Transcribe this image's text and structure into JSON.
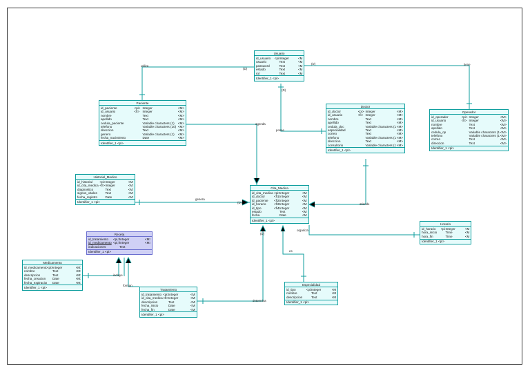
{
  "entities": {
    "usuario": {
      "title": "Usuario",
      "identifier": "Identifier_1 <pi>",
      "attrs": [
        [
          "id_usuario",
          "<pi>",
          "Integer",
          "<M>"
        ],
        [
          "usuario",
          "",
          "Text",
          "<M>"
        ],
        [
          "password",
          "",
          "Text",
          "<M>"
        ],
        [
          "estado",
          "",
          "Text",
          "<M>"
        ],
        [
          "rol",
          "",
          "Text",
          "<M>"
        ]
      ]
    },
    "paciente": {
      "title": "Paciente",
      "identifier": "Identifier_1 <pi>",
      "attrs": [
        [
          "id_paciente",
          "<pi>",
          "Integer",
          "<M>"
        ],
        [
          "id_usuario",
          "<fi>",
          "Integer",
          "<M>"
        ],
        [
          "nombre",
          "",
          "Text",
          "<M>"
        ],
        [
          "apellido",
          "",
          "Text",
          "<M>"
        ],
        [
          "cedula_paciente",
          "",
          "Variable characters (1)",
          "<M>"
        ],
        [
          "telefono",
          "",
          "Variable characters (10)",
          "<M>"
        ],
        [
          "direccion",
          "",
          "Text",
          "<M>"
        ],
        [
          "genero",
          "",
          "Variable characters (1)",
          "<M>"
        ],
        [
          "fecha_nacimiento",
          "",
          "Date",
          "<M>"
        ]
      ]
    },
    "doctor": {
      "title": "Doctor",
      "identifier": "Identifier_1 <pi>",
      "attrs": [
        [
          "id_doctor",
          "<pi>",
          "Integer",
          "<M>"
        ],
        [
          "id_usuario",
          "<fi>",
          "Integer",
          "<M>"
        ],
        [
          "nombre",
          "",
          "Text",
          "<M>"
        ],
        [
          "apellido",
          "",
          "Text",
          "<M>"
        ],
        [
          "cedula_doc",
          "",
          "Variable characters (10)",
          "<M>"
        ],
        [
          "especialidad",
          "",
          "Text",
          "<M>"
        ],
        [
          "correo",
          "",
          "Text",
          "<M>"
        ],
        [
          "telefono",
          "",
          "Variable characters (10)",
          "<M>"
        ],
        [
          "direccion",
          "",
          "Text",
          "<M>"
        ],
        [
          "consultorio",
          "",
          "Variable characters (10)",
          "<M>"
        ]
      ]
    },
    "operador": {
      "title": "Operador",
      "identifier": "Identifier_1 <pi>",
      "attrs": [
        [
          "id_operador",
          "<pi>",
          "Integer",
          "<M>"
        ],
        [
          "id_usuario",
          "<fi>",
          "Integer",
          "<M>"
        ],
        [
          "nombre",
          "",
          "Text",
          "<M>"
        ],
        [
          "apellido",
          "",
          "Text",
          "<M>"
        ],
        [
          "cedula_op",
          "",
          "Variable characters (10)",
          "<M>"
        ],
        [
          "telefono",
          "",
          "Variable characters (10)",
          "<M>"
        ],
        [
          "correo",
          "",
          "Text",
          "<M>"
        ],
        [
          "direccion",
          "",
          "Text",
          "<M>"
        ]
      ]
    },
    "historial": {
      "title": "Historial_Medico",
      "identifier": "Identifier_1 <pi>",
      "attrs": [
        [
          "id_historial",
          "<pi>",
          "Integer",
          "<M>"
        ],
        [
          "id_cita_medica",
          "<fi>",
          "Integer",
          "<M>"
        ],
        [
          "diagnostico",
          "",
          "Text",
          "<M>"
        ],
        [
          "signos_vitales",
          "",
          "Text",
          "<M>"
        ],
        [
          "fecha_registro",
          "",
          "Date",
          "<M>"
        ]
      ]
    },
    "cita": {
      "title": "Cita_Medica",
      "identifier": "Identifier_1 <pi>",
      "attrs": [
        [
          "id_cita_medica",
          "<pi>",
          "Integer",
          "<M>"
        ],
        [
          "id_doctor",
          "<fi1>",
          "Integer",
          "<M>"
        ],
        [
          "id_paciente",
          "<fi2>",
          "Integer",
          "<M>"
        ],
        [
          "id_horario",
          "<fi3>",
          "Integer",
          "<M>"
        ],
        [
          "id_tipo",
          "<fi4>",
          "Integer",
          "<M>"
        ],
        [
          "estado",
          "",
          "Text",
          "<M>"
        ],
        [
          "fecha",
          "",
          "Date",
          "<M>"
        ]
      ]
    },
    "horario": {
      "title": "Horario",
      "identifier": "Identifier_1 <pi>",
      "attrs": [
        [
          "id_horario",
          "<pi>",
          "Integer",
          "<M>"
        ],
        [
          "hora_inicio",
          "",
          "Time",
          "<M>"
        ],
        [
          "hora_fin",
          "",
          "Time",
          "<M>"
        ]
      ]
    },
    "receta": {
      "title": "Receta",
      "identifier": "Identifier_1 <pi>",
      "attrs": [
        [
          "id_tratamiento",
          "<pi,fi1>",
          "Integer",
          "<M>"
        ],
        [
          "id_medicamento",
          "<pi,fi2>",
          "Integer",
          "<M>"
        ],
        [
          "indicaciones",
          "",
          "Text",
          ""
        ]
      ]
    },
    "medicamento": {
      "title": "Medicamento",
      "identifier": "Identifier_1 <pi>",
      "attrs": [
        [
          "id_medicamento",
          "<pi>",
          "Integer",
          "<M>"
        ],
        [
          "nombre",
          "",
          "Text",
          "<M>"
        ],
        [
          "descripcion",
          "",
          "Text",
          "<M>"
        ],
        [
          "fecha_creacion",
          "",
          "Date",
          "<M>"
        ],
        [
          "fecha_expiracion",
          "",
          "Date",
          "<M>"
        ]
      ]
    },
    "tratamiento": {
      "title": "Tratamiento",
      "identifier": "Identifier_1 <pi>",
      "attrs": [
        [
          "id_tratamiento",
          "<pi>",
          "Integer",
          "<M>"
        ],
        [
          "id_cita_medica",
          "<fi>",
          "Integer",
          "<M>"
        ],
        [
          "descripcion",
          "",
          "Text",
          "<M>"
        ],
        [
          "fecha_inicio",
          "",
          "Date",
          "<M>"
        ],
        [
          "fecha_fin",
          "",
          "Date",
          "<M>"
        ]
      ]
    },
    "especialidad": {
      "title": "Especialidad",
      "identifier": "Identifier_1 <pi>",
      "attrs": [
        [
          "id_tipo",
          "<pi>",
          "Integer",
          "<M>"
        ],
        [
          "nombre",
          "",
          "Text",
          "<M>"
        ],
        [
          "descripcion",
          "",
          "Text",
          "<M>"
        ]
      ]
    }
  },
  "relations": {
    "utiliza": "utiliza",
    "posee": "posee",
    "tiene": "tiene",
    "agenda": "agenda",
    "genera": "genera",
    "atiende": "atiende",
    "organiza": "organiza",
    "es": "es",
    "incluye": "incluye",
    "forman": "forman",
    "determina": "determina"
  },
  "markers": {
    "d": "(D)"
  },
  "colors": {
    "border": "#0e9e9e",
    "fill": "#e6fbfb",
    "selected_fill": "#cfd0f5",
    "selected_border": "#6b6fd0",
    "line": "#0e9e9e"
  }
}
